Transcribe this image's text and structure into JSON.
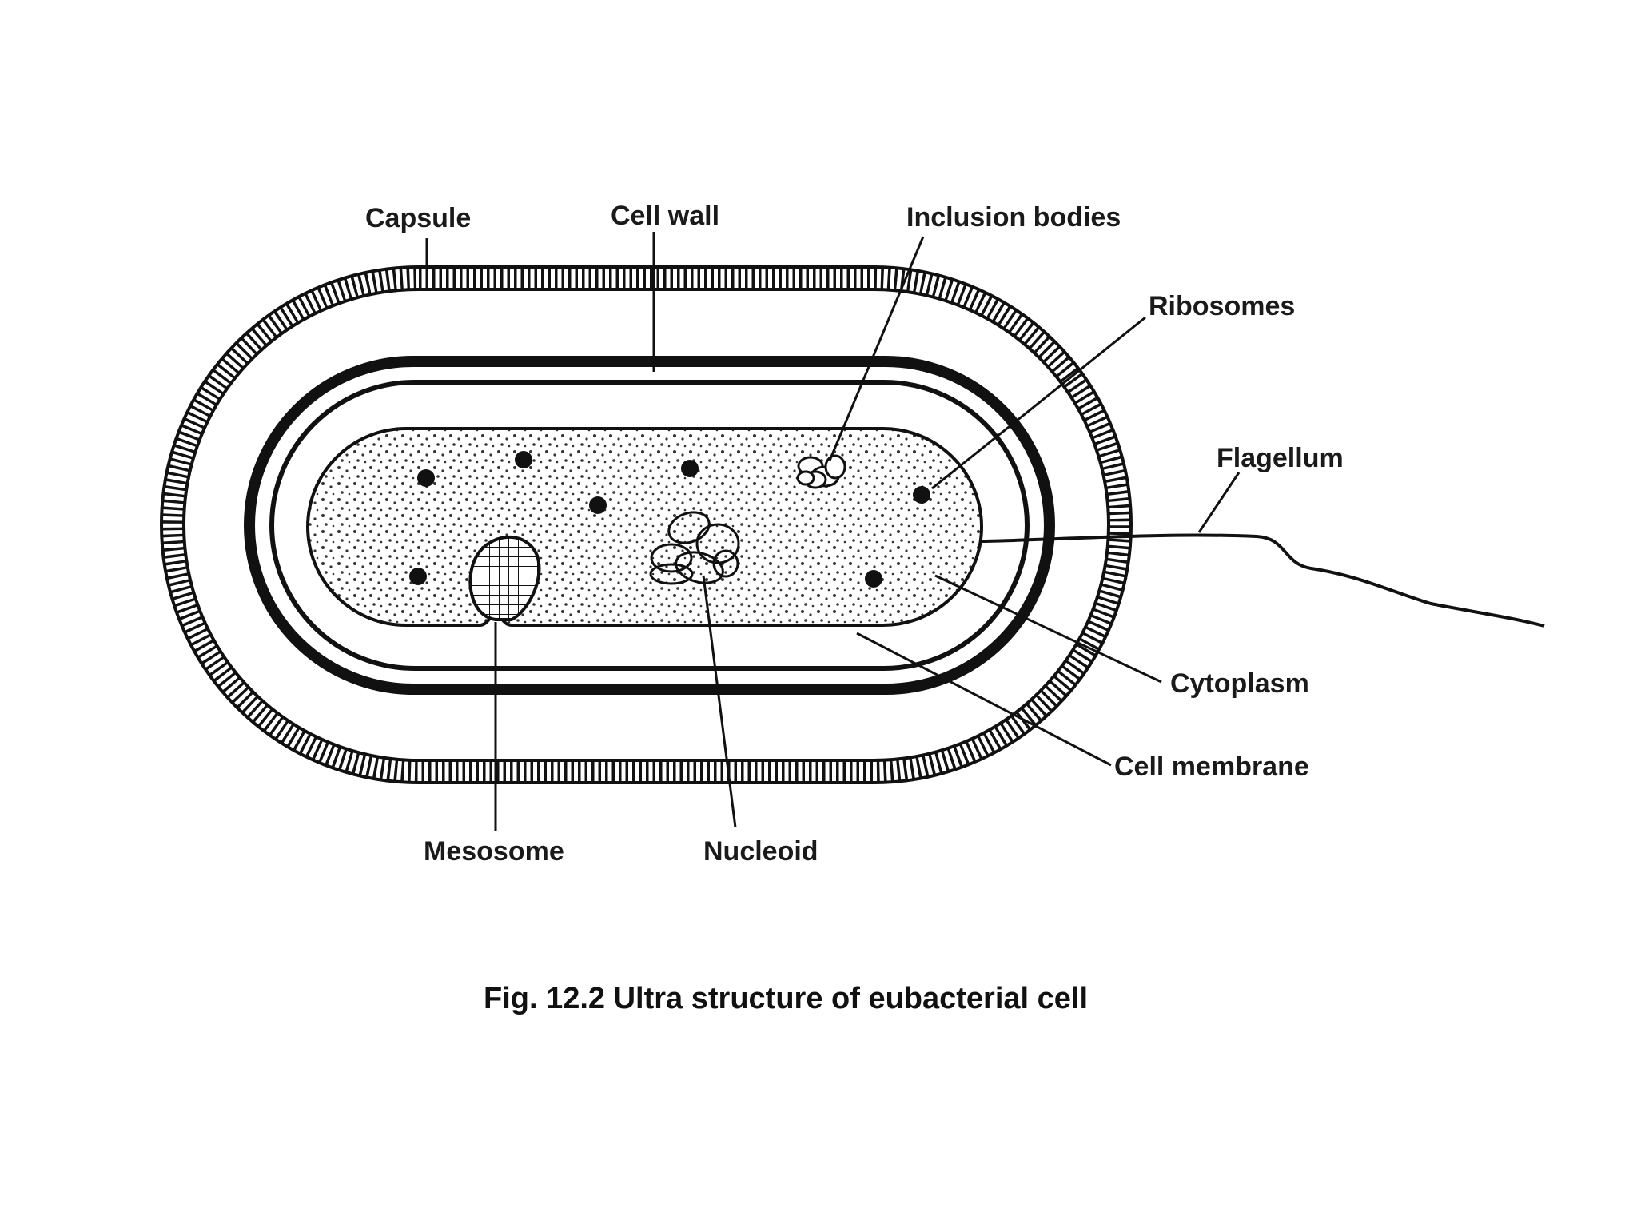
{
  "figure": {
    "caption": "Fig. 12.2 Ultra structure of eubacterial cell"
  },
  "labels": {
    "capsule": "Capsule",
    "cell_wall": "Cell wall",
    "inclusion_bodies": "Inclusion bodies",
    "ribosomes": "Ribosomes",
    "flagellum": "Flagellum",
    "cytoplasm": "Cytoplasm",
    "cell_membrane": "Cell  membrane",
    "mesosome": "Mesosome",
    "nucleoid": "Nucleoid"
  }
}
